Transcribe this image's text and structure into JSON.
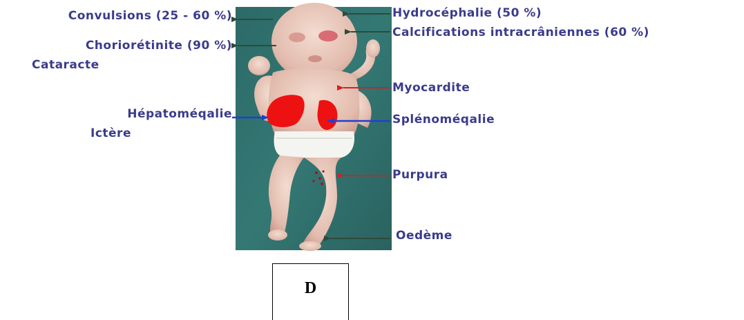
{
  "colors": {
    "label_text": "#3b3b8c",
    "arrow_dark": "#2f4a3a",
    "arrow_red": "#d42020",
    "arrow_blue": "#2040d0",
    "organ_red": "#ee1111",
    "photo_background": "#2f6e6a"
  },
  "labels": {
    "convulsions": "Convulsions (25 - 60 %)",
    "choriorétinite": "Choriorétinite (90 %)",
    "cataracte": "Cataracte",
    "hepatomegalie": "Hépatoméqalie",
    "ictere": "Ictère",
    "hydrocephalie": "Hydrocéphalie (50 %)",
    "calcifications": "Calcifications intracrâniennes (60 %)",
    "myocardite": "Myocardite",
    "splenomegalie": "Splénoméqalie",
    "purpura": "Purpura",
    "oedeme": "Oedème"
  },
  "panel": {
    "letter": "D"
  }
}
